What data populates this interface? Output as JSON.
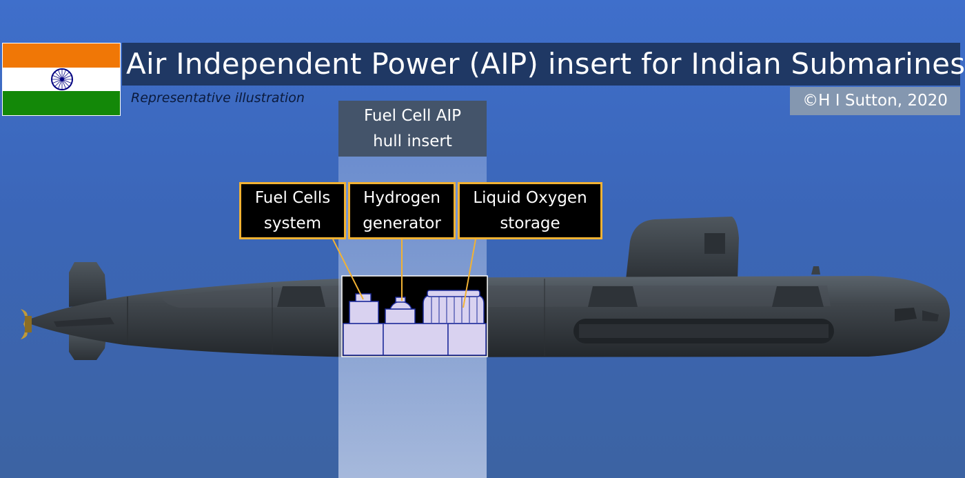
{
  "header": {
    "title": "Air Independent Power (AIP) insert for Indian Submarines",
    "subtitle": "Representative illustration",
    "copyright": "©H I Sutton, 2020"
  },
  "flag": {
    "icon": "india-flag-icon",
    "colors": {
      "saffron": "#f07706",
      "white": "#ffffff",
      "green": "#138808",
      "chakra": "#000080"
    }
  },
  "insert": {
    "title_line1": "Fuel Cell AIP",
    "title_line2": "hull insert"
  },
  "components": [
    {
      "line1": "Fuel Cells",
      "line2": "system"
    },
    {
      "line1": "Hydrogen",
      "line2": "generator"
    },
    {
      "line1": "Liquid Oxygen",
      "line2": "storage"
    }
  ],
  "colors": {
    "background_top": "#3f6fcb",
    "background_bottom": "#3c63a2",
    "title_bar": "#1f3864",
    "label_border": "#f2b233",
    "hull": "#3a3f44",
    "insert_fill": "#d9d2f0"
  }
}
